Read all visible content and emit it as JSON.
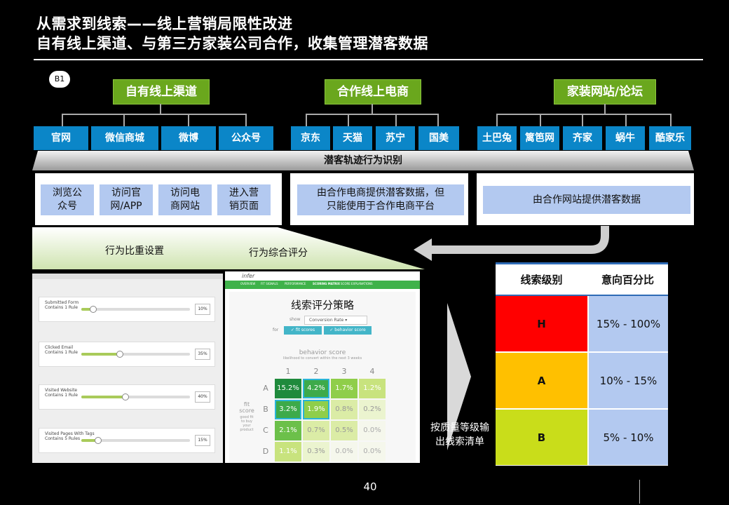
{
  "header": {
    "title_line1": "从需求到线索——线上营销局限性改进",
    "title_line2": "自有线上渠道、与第三方家装公司合作，收集管理潜客数据",
    "badge": "B1"
  },
  "categories": [
    {
      "label": "自有线上渠道",
      "channels": [
        "官网",
        "微信商城",
        "微博",
        "公众号"
      ]
    },
    {
      "label": "合作线上电商",
      "channels": [
        "京东",
        "天猫",
        "苏宁",
        "国美"
      ]
    },
    {
      "label": "家装网站/论坛",
      "channels": [
        "土巴兔",
        "篱笆网",
        "齐家",
        "蜗牛",
        "酷家乐"
      ]
    }
  ],
  "banner": "潜客轨迹行为识别",
  "behaviors": {
    "own": [
      "浏览公\n众号",
      "访问官\n网/APP",
      "访问电\n商网站",
      "进入营\n销页面"
    ],
    "ecommerce": "由合作电商提供潜客数据，但\n只能使用于合作电商平台",
    "site": "由合作网站提供潜客数据"
  },
  "process": {
    "weight_setting": "行为比重设置",
    "overall_score": "行为综合评分"
  },
  "weights_panel": {
    "rows": [
      {
        "name": "Submitted Form",
        "sub": "Contains 1 Rule",
        "value": "10%",
        "level": 0.1
      },
      {
        "name": "Clicked Email",
        "sub": "Contains 1 Rule",
        "value": "35%",
        "level": 0.35
      },
      {
        "name": "Visited Website",
        "sub": "Contains 1 Rule",
        "value": "40%",
        "level": 0.4
      },
      {
        "name": "Visited Pages With Tags",
        "sub": "Contains 5 Rules",
        "value": "15%",
        "level": 0.15
      }
    ]
  },
  "scoring_panel": {
    "logo": "infer",
    "nav": [
      "OVERVIEW",
      "FIT SIGNALS",
      "PERFORMANCE",
      "SCORING MATRIX",
      "SCORE EXPLANATIONS"
    ],
    "title": "线索评分策略",
    "show_label": "show",
    "show_value": "Conversion Rate",
    "for_label": "for",
    "toggle_fit": "fit scores",
    "toggle_behavior": "behavior score",
    "axis_title": "behavior score",
    "axis_sub": "likelihood to convert within the next 3 weeks",
    "col_headers": [
      "1",
      "2",
      "3",
      "4"
    ],
    "row_headers": [
      "A",
      "B",
      "C",
      "D"
    ],
    "fit_label": "fit\nscore",
    "fit_sub": "good fit\nto buy\nyour\nproduct",
    "matrix": [
      [
        "15.2%",
        "4.2%",
        "1.7%",
        "1.2%"
      ],
      [
        "3.2%",
        "1.9%",
        "0.8%",
        "0.2%"
      ],
      [
        "2.1%",
        "0.7%",
        "0.5%",
        "0.0%"
      ],
      [
        "1.1%",
        "0.3%",
        "0.0%",
        "0.0%"
      ]
    ]
  },
  "output_label": "按质量等级输\n出线索清单",
  "grades": {
    "headers": [
      "线索级别",
      "意向百分比"
    ],
    "rows": [
      {
        "grade": "H",
        "range": "15% - 100%",
        "color": "#ff0000"
      },
      {
        "grade": "A",
        "range": "10% - 15%",
        "color": "#ffc000"
      },
      {
        "grade": "B",
        "range": "5% - 10%",
        "color": "#c9dd1a"
      }
    ]
  },
  "page_number": "40"
}
